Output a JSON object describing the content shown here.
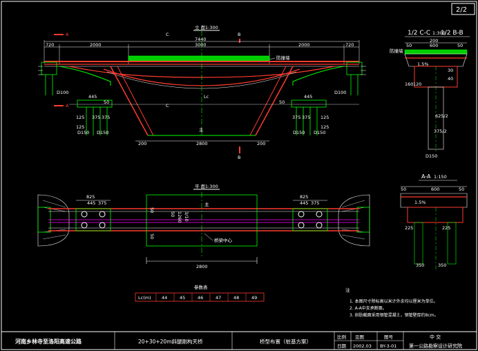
{
  "sheet": {
    "number": "2/2"
  },
  "elevation": {
    "title": "立 面",
    "scale": "1:300",
    "section_marks": {
      "a": "A",
      "b": "B",
      "c": "C"
    },
    "dims_top": [
      "720",
      "2000",
      "3000",
      "2000",
      "720"
    ],
    "overall": "7440",
    "labels": {
      "guardrail": "防撞墙",
      "centerline": "Lc"
    },
    "left": {
      "d1": "445",
      "d2": "375",
      "d3": "375",
      "d4": "125",
      "d5": "125",
      "d6": "D150",
      "d7": "D150",
      "d8": "D100",
      "slope": "50"
    },
    "right": {
      "d1": "445",
      "d2": "375",
      "d3": "375",
      "d4": "125",
      "d5": "125",
      "d6": "D150",
      "d7": "D150",
      "d8": "D100",
      "slope": "50"
    },
    "bottom": {
      "d1": "200",
      "d2": "2800",
      "d3": "200",
      "mid": "主"
    }
  },
  "plan": {
    "title": "平 面",
    "scale": "1:300",
    "left_dims": {
      "a": "825",
      "b": "445",
      "c": "375"
    },
    "right_dims": {
      "a": "825",
      "b": "445",
      "c": "375"
    },
    "widths": [
      "50",
      "50",
      "50",
      "1260",
      "3/10"
    ],
    "bridge_center": "桥梁中心",
    "overall": "2800",
    "mid": "主"
  },
  "cross_section_c": {
    "title": "1/2 C-C",
    "title_b": "1/2 B-B",
    "scale": "1:300",
    "dims_top": [
      "50",
      "200",
      "600",
      "50"
    ],
    "slope": "1.5%",
    "guardrail": "防撞墙",
    "dims": [
      "160",
      "120",
      "30",
      "40",
      "625/2",
      "375/2",
      "D150"
    ]
  },
  "cross_section_a": {
    "title": "A-A",
    "scale": "1:150",
    "dims_top": [
      "50",
      "600",
      "50"
    ],
    "slope": "1.5%",
    "dims": [
      "225",
      "225",
      "350",
      "350"
    ]
  },
  "param_table": {
    "title": "参数表",
    "header": "Lc(m)",
    "values": [
      "44",
      "45",
      "46",
      "47",
      "48",
      "49"
    ]
  },
  "notes": {
    "heading": "注",
    "items": [
      "1. 本图尺寸除标高以米计外余均以厘米为单位。",
      "2. A-A中支承断面。",
      "3. 拱肋截面采用钢管混凝土，钢管壁厚约8cm。"
    ]
  },
  "title_block": {
    "project": "河南乡林寺至洛阳高速公路",
    "drawing": "20+30+20m斜腿刚构天桥",
    "content": "桥型布置（桩基方案）",
    "scale_label": "比例",
    "date_label": "日期",
    "scale_value": "见图",
    "date_value": "2002.03",
    "figno_label": "图号",
    "figno_value": "BY-3-01",
    "institute_line1": "中    交",
    "institute_line2": "第一公路勘察设计研究院"
  },
  "colors": {
    "background": "#000000",
    "line_white": "#ffffff",
    "line_green": "#00ff00",
    "line_red": "#ff3b30",
    "line_yellow": "#ffff00",
    "line_cyan": "#00ffff"
  }
}
